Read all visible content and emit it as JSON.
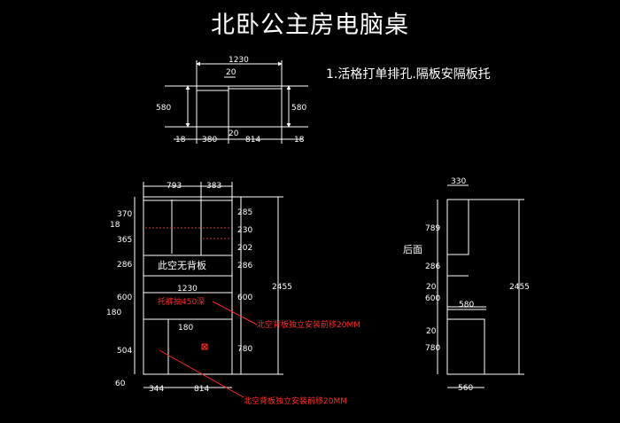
{
  "title": "北卧公主房电脑桌",
  "note": "1.活格打单排孔.隔板安隔板托",
  "colors": {
    "background": "#000000",
    "line": "#ffffff",
    "annotation": "#ff2a2a",
    "dashed": "#cc3333"
  },
  "top_view": {
    "total_width": "1230",
    "gap_top": "20",
    "depth_left": "580",
    "depth_right": "580",
    "gap_bottom": "20",
    "bottom_dims": [
      "18",
      "380",
      "814",
      "18"
    ]
  },
  "front_view": {
    "top_widths": [
      "793",
      "383"
    ],
    "left_dims": [
      "370",
      "18",
      "365",
      "286",
      "600",
      "180",
      "504",
      "60"
    ],
    "right_dims": [
      "285",
      "230",
      "202",
      "286",
      "600",
      "780"
    ],
    "total_height": "2455",
    "desk_width": "1230",
    "open_no_back": "此空无背板",
    "keyboard_tray": "托裤抽450深",
    "tray_dim": "180",
    "bottom_dims": [
      "344",
      "814"
    ],
    "callout_1": "北空背板独立安装前移20MM",
    "callout_2": "北空背板独立安装前移20MM"
  },
  "side_view": {
    "top_depth": "330",
    "back_label": "后面",
    "left_dims": [
      "789",
      "286",
      "20",
      "600",
      "20",
      "780"
    ],
    "total_height": "2455",
    "desk_depth": "580",
    "bottom_depth": "560"
  }
}
